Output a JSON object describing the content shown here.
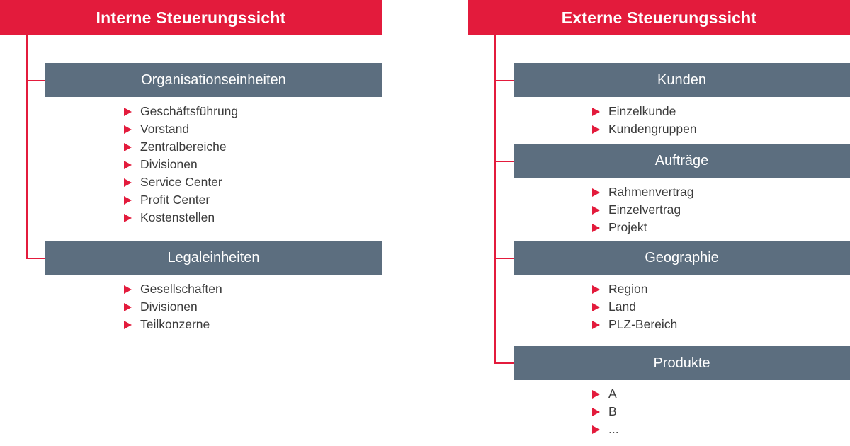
{
  "colors": {
    "accent": "#e31b3c",
    "box": "#5c6e7f",
    "text": "#3b3b3b"
  },
  "bullet_icon": "triangle-right-icon",
  "internal": {
    "title": "Interne Steuerungssicht",
    "groups": [
      {
        "label": "Organisationseinheiten",
        "items": [
          "Geschäftsführung",
          "Vorstand",
          "Zentralbereiche",
          "Divisionen",
          "Service Center",
          "Profit Center",
          "Kostenstellen"
        ]
      },
      {
        "label": "Legaleinheiten",
        "items": [
          "Gesellschaften",
          "Divisionen",
          "Teilkonzerne"
        ]
      }
    ]
  },
  "external": {
    "title": "Externe Steuerungssicht",
    "groups": [
      {
        "label": "Kunden",
        "items": [
          "Einzelkunde",
          "Kundengruppen"
        ]
      },
      {
        "label": "Aufträge",
        "items": [
          "Rahmenvertrag",
          "Einzelvertrag",
          "Projekt"
        ]
      },
      {
        "label": "Geographie",
        "items": [
          "Region",
          "Land",
          "PLZ-Bereich"
        ]
      },
      {
        "label": "Produkte",
        "items": [
          "A",
          "B",
          "..."
        ]
      }
    ]
  }
}
